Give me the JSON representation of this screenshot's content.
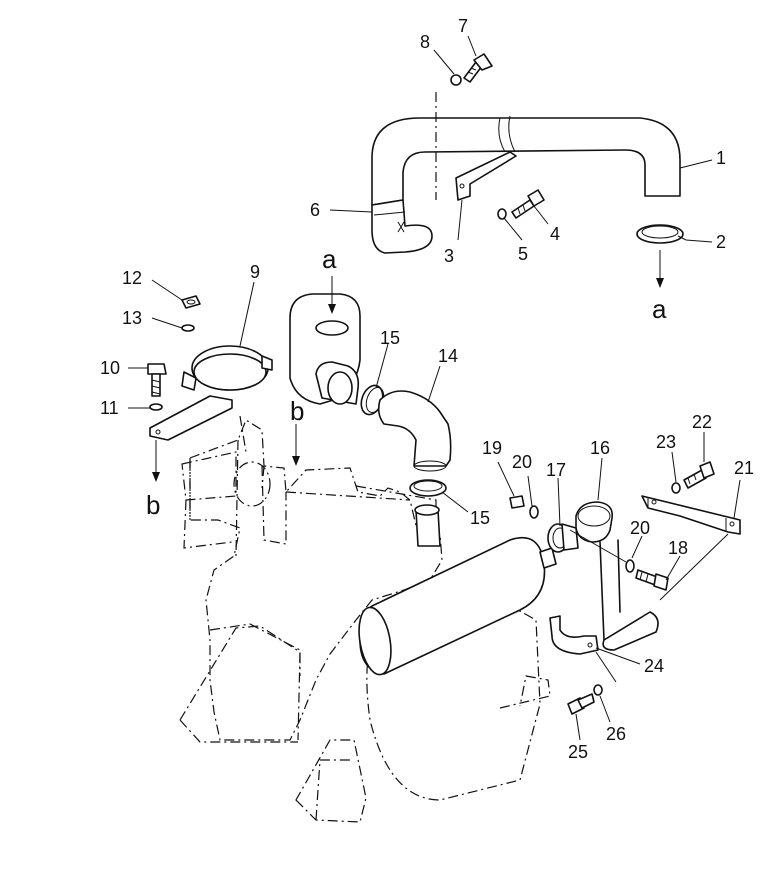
{
  "callouts": [
    {
      "id": "1",
      "text": "1"
    },
    {
      "id": "2",
      "text": "2"
    },
    {
      "id": "3",
      "text": "3"
    },
    {
      "id": "4",
      "text": "4"
    },
    {
      "id": "5",
      "text": "5"
    },
    {
      "id": "6",
      "text": "6"
    },
    {
      "id": "7",
      "text": "7"
    },
    {
      "id": "8",
      "text": "8"
    },
    {
      "id": "9",
      "text": "9"
    },
    {
      "id": "10",
      "text": "10"
    },
    {
      "id": "11",
      "text": "11"
    },
    {
      "id": "12",
      "text": "12"
    },
    {
      "id": "13",
      "text": "13"
    },
    {
      "id": "14",
      "text": "14"
    },
    {
      "id": "15a",
      "text": "15"
    },
    {
      "id": "15b",
      "text": "15"
    },
    {
      "id": "16",
      "text": "16"
    },
    {
      "id": "17",
      "text": "17"
    },
    {
      "id": "18",
      "text": "18"
    },
    {
      "id": "19",
      "text": "19"
    },
    {
      "id": "20a",
      "text": "20"
    },
    {
      "id": "20b",
      "text": "20"
    },
    {
      "id": "21",
      "text": "21"
    },
    {
      "id": "22",
      "text": "22"
    },
    {
      "id": "23",
      "text": "23"
    },
    {
      "id": "24",
      "text": "24"
    },
    {
      "id": "25",
      "text": "25"
    },
    {
      "id": "26",
      "text": "26"
    }
  ],
  "references": [
    {
      "id": "a-top",
      "text": "a"
    },
    {
      "id": "a-right",
      "text": "a"
    },
    {
      "id": "b-top",
      "text": "b"
    },
    {
      "id": "b-left",
      "text": "b"
    }
  ]
}
